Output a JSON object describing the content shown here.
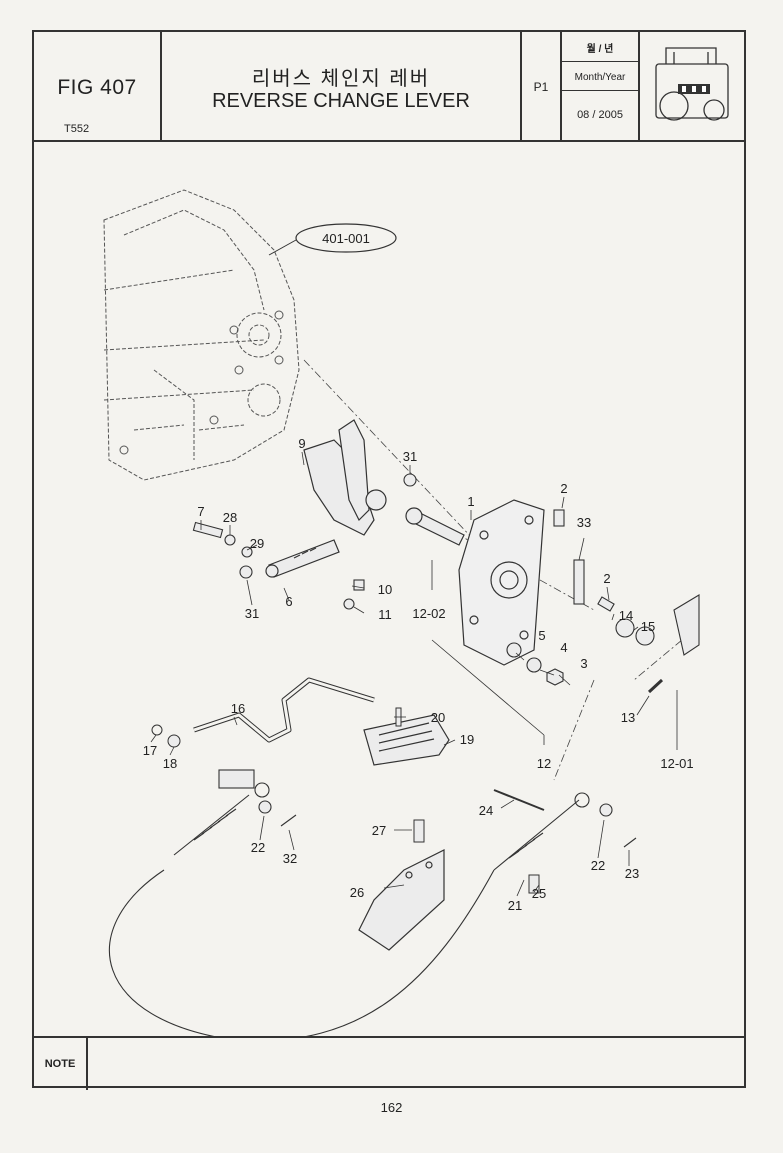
{
  "header": {
    "fig_label": "FIG 407",
    "model": "T552",
    "title_ko": "리버스 체인지 레버",
    "title_en": "REVERSE CHANGE LEVER",
    "page_code": "P1",
    "month_year_ko": "월 / 년",
    "month_year_en": "Month/Year",
    "date": "08 / 2005"
  },
  "diagram": {
    "ref_label": "401-001",
    "callouts": [
      "1",
      "2",
      "2",
      "3",
      "4",
      "5",
      "6",
      "7",
      "9",
      "10",
      "11",
      "12",
      "12-01",
      "12-02",
      "13",
      "14",
      "15",
      "16",
      "17",
      "18",
      "19",
      "20",
      "21",
      "22",
      "22",
      "23",
      "24",
      "25",
      "26",
      "27",
      "28",
      "29",
      "31",
      "31",
      "32",
      "33"
    ]
  },
  "note_label": "NOTE",
  "page_number": "162"
}
